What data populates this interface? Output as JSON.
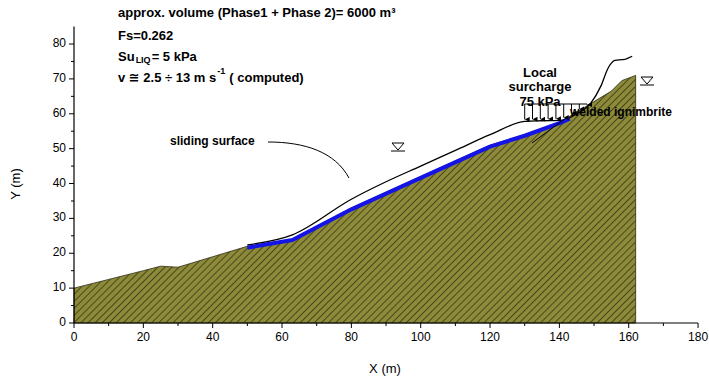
{
  "diagram": {
    "labels": [
      "approx. volume (Phase1 + Phase 2)= 6000 m³",
      "Fs=0.262",
      "Su",
      "LIQ",
      "= 5 kPa",
      "v ≅ 2.5 ÷ 13 m s",
      "-1",
      "( computed)",
      "Local",
      "surcharge",
      "75 kPa",
      "sliding surface",
      "welded ignimbrite",
      "Y (m)",
      "X (m)",
      "0",
      "10",
      "20",
      "30",
      "40",
      "50",
      "60",
      "70",
      "80",
      "0",
      "20",
      "40",
      "60",
      "80",
      "100",
      "120",
      "140",
      "160",
      "180"
    ]
  }
}
